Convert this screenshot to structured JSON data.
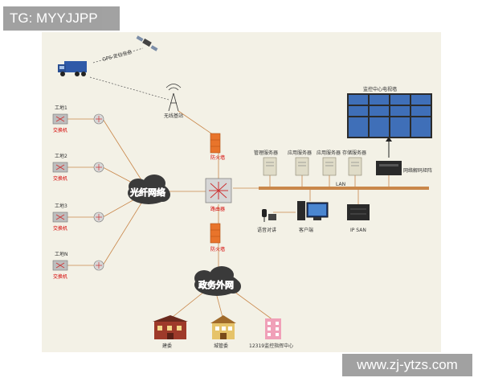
{
  "watermark_top": "TG: MYYJJPP",
  "watermark_bottom": "www.zj-ytzs.com",
  "labels": {
    "gps": "GPS 定位信息",
    "base_station": "无线基站",
    "site1": "工地1",
    "site2": "工地2",
    "site3": "工地3",
    "siteN": "工地N",
    "switch": "交换机",
    "fiber_network": "光纤网络",
    "firewall": "防火墙",
    "router": "路由器",
    "monitor_wall": "监控中心电视墙",
    "mgmt_server": "管理服务器",
    "app_server": "应用服务器",
    "app_server2": "应用服务器",
    "storage_server": "存储服务器",
    "decoder_matrix": "网络解码矩阵",
    "lan": "LAN",
    "voice_intercom": "语音对讲",
    "client": "客户端",
    "ip_san": "IP SAN",
    "external_network": "政务外网",
    "building1": "建委",
    "building2": "城管委",
    "building3": "12319监控指挥中心"
  },
  "colors": {
    "panel": "#f3f1e6",
    "line": "#c9874a",
    "cloud": "#3a3a3a",
    "accent_red": "#d40000",
    "screen": "#3f6fb8"
  }
}
